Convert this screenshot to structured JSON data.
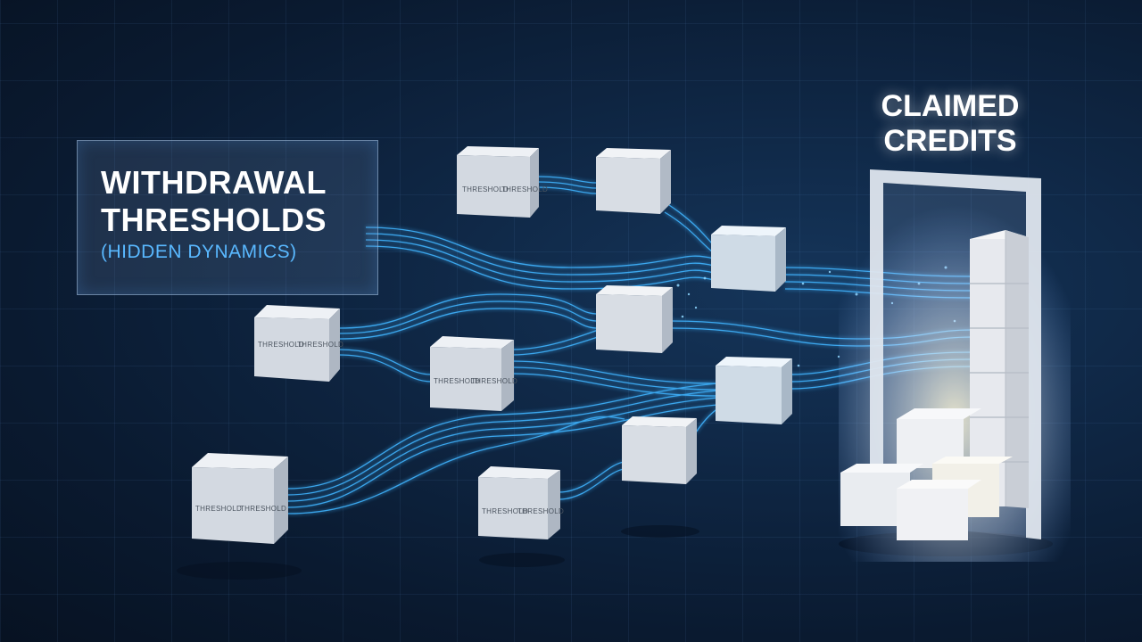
{
  "panel": {
    "title_line1": "WITHDRAWAL",
    "title_line2": "THRESHOLDS",
    "subtitle": "(HIDDEN DYNAMICS)"
  },
  "claimed": {
    "line1": "CLAIMED",
    "line2": "CREDITS"
  },
  "cube_labels": {
    "threshold": "THRESHOLD"
  },
  "colors": {
    "background": "#0f2745",
    "stream": "#3fb4ff",
    "panel_subtitle": "#59b8ff",
    "cube_face": "#d7dce3",
    "glow": "#fff3c4"
  }
}
